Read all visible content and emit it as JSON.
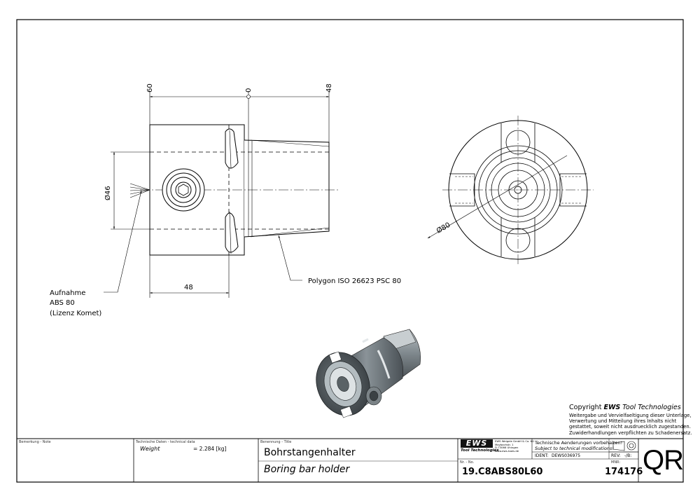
{
  "drawing": {
    "dimensions": {
      "dim_60": "60",
      "dim_0": "0",
      "dim_48_top": "48",
      "dim_46": "Ø46",
      "dim_48_bottom": "48",
      "dim_80": "Ø80"
    },
    "callouts": {
      "polygon": "Polygon ISO 26623 PSC 80",
      "aufnahme_1": "Aufnahme",
      "aufnahme_2": "ABS 80",
      "aufnahme_3": "(Lizenz Komet)"
    }
  },
  "copyright": {
    "title_prefix": "Copyright ",
    "title_brand": "EWS",
    "title_suffix": " Tool Technologies",
    "lines": [
      "Weitergabe und Vervielfaeltigung dieser Unterlage,",
      "Verwertung und Mitteilung ihres Inhalts nicht",
      "gestattet, soweit nicht ausdruecklich zugestanden.",
      "Zuwiderhandlungen verpflichten zu Schadenersatz."
    ]
  },
  "title_block": {
    "remark_label": "Bemerkung - Note",
    "tech_label": "Technische Daten - technical data",
    "weight_label": "Weight",
    "weight_value": "=  2.284  [kg]",
    "title_label": "Benennung - Title",
    "title_de": "Bohrstangenhalter",
    "title_en": "Boring bar holder",
    "logo": "EWS",
    "logo_sub": "Tool Technologies",
    "company_lines": [
      "EWS Weigele GmbH & Co. KG",
      "Maybachstr. 1",
      "D-73066 Uhingen",
      "www.ews-tools.de"
    ],
    "changes_de": "Technische Aenderungen vorbehalten!",
    "changes_en": "Subject to technical modifications!",
    "ident_label": "IDENT:",
    "ident_value": "DEWS036975",
    "rev_label": "REV:",
    "rev_value": "-/B:",
    "nr_label": "Nr. - No.",
    "part_no": "19.C8ABS80L60",
    "mnr_label": "MNR:",
    "mnr_value": "174176",
    "qr_label": "QR"
  }
}
